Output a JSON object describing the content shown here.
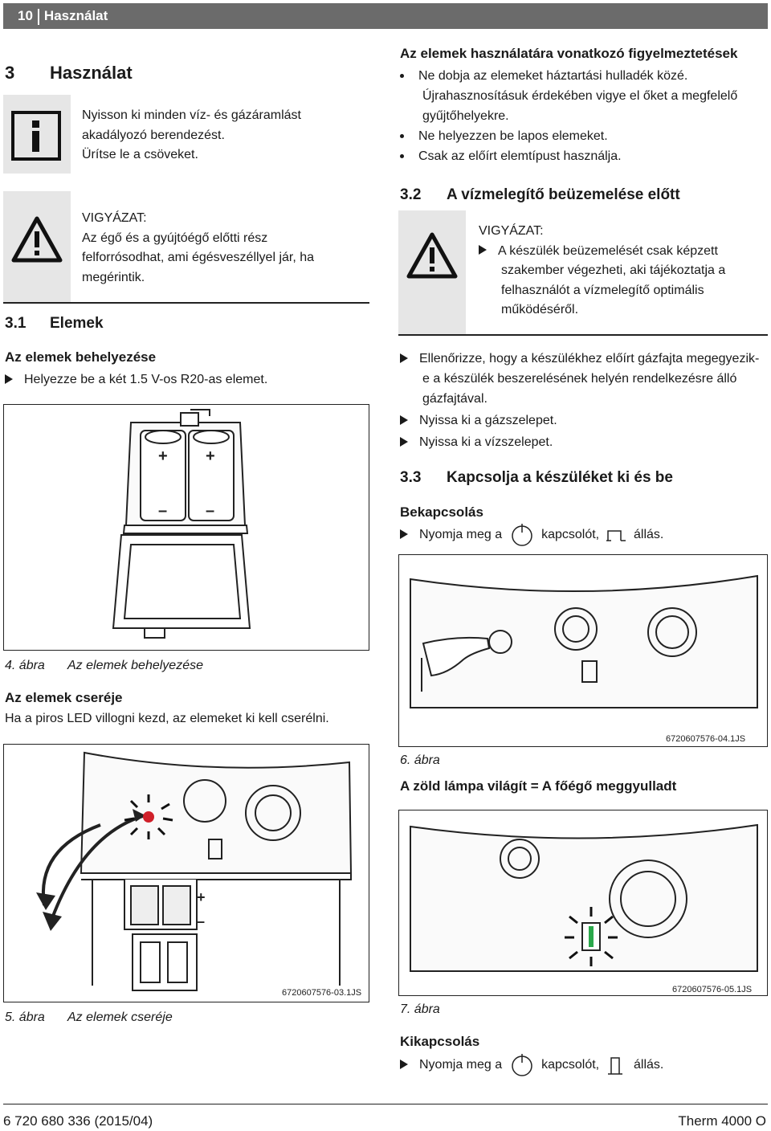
{
  "header": {
    "page": "10",
    "section": "Használat"
  },
  "chapter": {
    "number": "3",
    "title": "Használat"
  },
  "info_note": {
    "lines": [
      "Nyisson ki minden víz- és gázáramlást",
      "akadályozó berendezést.",
      "Ürítse le a csöveket."
    ]
  },
  "warning_left": {
    "title": "VIGYÁZAT:",
    "lines": [
      "Az égő és a gyújtóégő előtti rész",
      "felforrósodhat, ami égésveszéllyel jár, ha",
      "megérintik."
    ]
  },
  "section_31": {
    "number": "3.1",
    "title": "Elemek"
  },
  "insert_batteries": {
    "heading": "Az elemek behelyezése",
    "step": "Helyezze be a két 1.5 V-os R20-as elemet."
  },
  "figure4": {
    "label": "4. ábra",
    "caption": "Az elemek behelyezése",
    "plus": "+",
    "minus": "–"
  },
  "replace_batteries": {
    "heading": "Az elemek cseréje",
    "text": "Ha a piros LED villogni kezd, az elemeket ki kell cserélni."
  },
  "figure5": {
    "label": "5. ábra",
    "caption": "Az elemek cseréje",
    "code": "6720607576-03.1JS",
    "plus": "+",
    "minus": "–"
  },
  "battery_warnings": {
    "heading": "Az elemek használatára vonatkozó figyelmeztetések",
    "items": [
      [
        "Ne dobja az elemeket háztartási hulladék közé.",
        "Újrahasznosításuk érdekében vigye el őket a megfelelő",
        "gyűjtőhelyekre."
      ],
      [
        "Ne helyezzen be lapos elemeket."
      ],
      [
        "Csak az előírt elemtípust használja."
      ]
    ]
  },
  "section_32": {
    "number": "3.2",
    "title": "A vízmelegítő beüzemelése előtt"
  },
  "warning_right": {
    "title": "VIGYÁZAT:",
    "lines": [
      "A készülék beüzemelését csak képzett",
      "szakember végezheti, aki tájékoztatja a",
      "felhasználót a vízmelegítő optimális",
      "működéséről."
    ]
  },
  "steps_32": [
    [
      "Ellenőrizze, hogy a készülékhez előírt gázfajta megegyezik-",
      "e a készülék beszerelésének helyén rendelkezésre álló",
      "gázfajtával."
    ],
    [
      "Nyissa ki a gázszelepet."
    ],
    [
      "Nyissa ki a vízszelepet."
    ]
  ],
  "section_33": {
    "number": "3.3",
    "title": "Kapcsolja a készüléket ki és be"
  },
  "switch_on": {
    "heading": "Bekapcsolás",
    "pre": "Nyomja meg a",
    "mid": "kapcsolót,",
    "post": "állás."
  },
  "figure6": {
    "label": "6. ábra",
    "code": "6720607576-04.1JS"
  },
  "green_lamp": {
    "text": "A zöld lámpa világít = A főégő meggyulladt"
  },
  "figure7": {
    "label": "7. ábra",
    "code": "6720607576-05.1JS"
  },
  "switch_off": {
    "heading": "Kikapcsolás",
    "pre": "Nyomja meg a",
    "mid": "kapcsolót,",
    "post": "állás."
  },
  "footer": {
    "doc_number": "6 720 680 336 (2015/04)",
    "product": "Therm 4000 O"
  },
  "colors": {
    "header_bg": "#6b6b6b",
    "icon_bg": "#e6e6e6",
    "led_red": "#d0202a",
    "led_green": "#2aa84a"
  },
  "icons": [
    "info-icon",
    "warning-icon",
    "power-button-icon",
    "switch-on-position-icon",
    "switch-off-position-icon"
  ]
}
